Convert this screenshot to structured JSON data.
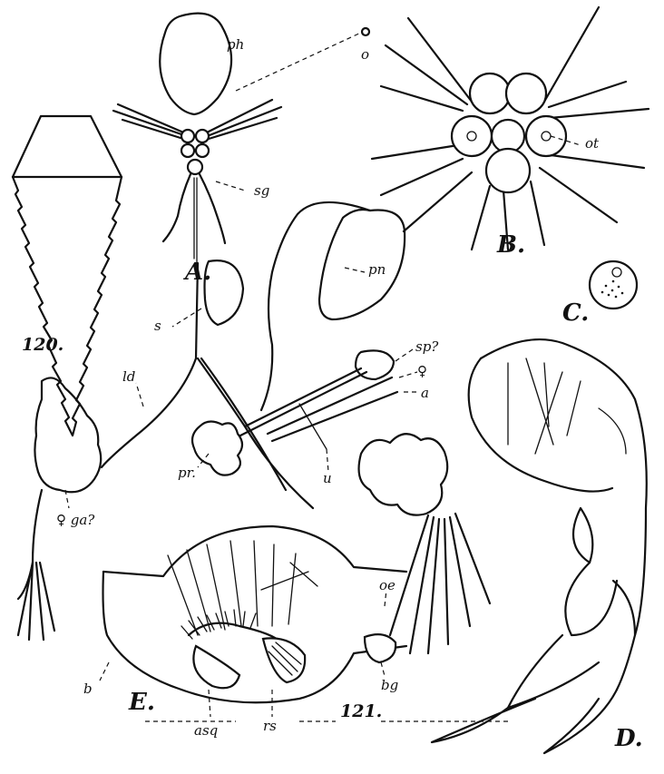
{
  "plate": {
    "figure_numbers": {
      "fig120": "120.",
      "fig121": "121."
    },
    "panels": {
      "A": "A.",
      "B": "B.",
      "C": "C.",
      "D": "D.",
      "E": "E."
    },
    "labels": {
      "ph": "ph",
      "o": "o",
      "sg": "sg",
      "ot": "ot",
      "pn": "pn",
      "s": "s",
      "sp": "sp?",
      "female": "♀",
      "a": "a",
      "ld": "ld",
      "u": "u",
      "pr": "pr.",
      "ga": "♀ ga?",
      "oe": "oe",
      "b": "b",
      "bg": "bg",
      "rs": "rs",
      "asq": "asq"
    }
  }
}
